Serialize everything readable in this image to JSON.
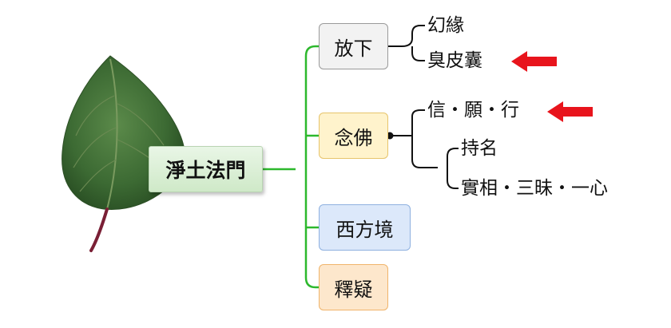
{
  "root": {
    "label": "淨土法門"
  },
  "branches": [
    {
      "label": "放下",
      "children": [
        "幻緣",
        "臭皮囊"
      ]
    },
    {
      "label": "念佛",
      "children": [
        "信・願・行",
        "持名",
        "實相・三昧・一心"
      ]
    },
    {
      "label": "西方境"
    },
    {
      "label": "釋疑"
    }
  ],
  "colors": {
    "connector_green": "#2db82d",
    "bracket_black": "#111111",
    "arrow_red": "#e8141c",
    "leaf_green": "#3e6a35"
  },
  "icons": [
    "leaf-image",
    "red-arrow-icon"
  ]
}
